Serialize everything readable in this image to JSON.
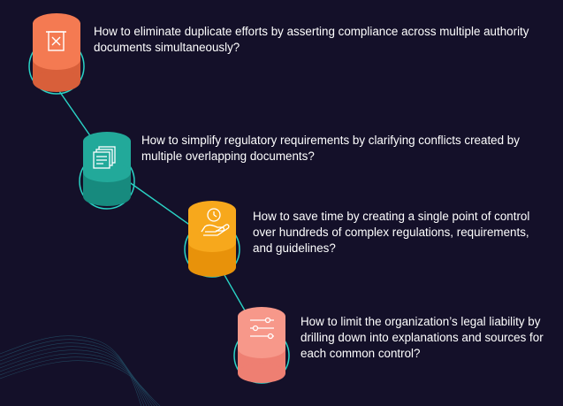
{
  "colors": {
    "background": "#141029",
    "ring": "#2ad4c6",
    "connector": "#2ad4c6",
    "step1": "#f47a52",
    "step2": "#22a99a",
    "step3": "#f7a81c",
    "step4": "#f7988a"
  },
  "steps": [
    {
      "text": "How to eliminate duplicate efforts by asserting compliance across multiple authority documents simultaneously?",
      "icon": "document-x-icon"
    },
    {
      "text": "How to simplify regulatory requirements by clarifying conflicts created by multiple overlapping documents?",
      "icon": "stacked-documents-icon"
    },
    {
      "text": "How to save time by creating a single point of control over hundreds of complex regulations, requirements, and guidelines?",
      "icon": "clock-hand-icon"
    },
    {
      "text": "How to limit the organization’s legal liability by drilling down into explanations and sources for each common control?",
      "icon": "sliders-icon"
    }
  ]
}
